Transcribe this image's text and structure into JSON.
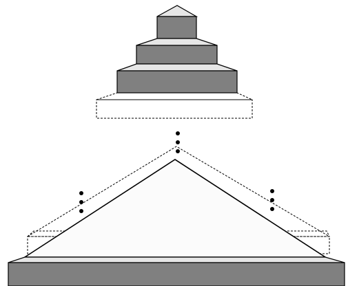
{
  "diagram": {
    "description_visible_text": [],
    "colors": {
      "background": "#ffffff",
      "block_top": "#e6e6e6",
      "block_front": "#808080",
      "block_side": "#9a9a9a",
      "outline": "#000000",
      "large_triangle_fill": "#fbfbfb",
      "dot": "#000000"
    },
    "top_stack": {
      "tiers": 3,
      "has_dashed_base_tier": true
    },
    "bottom_section": {
      "has_large_triangle": true,
      "has_dashed_outer_triangle": true,
      "has_dashed_band": true,
      "has_solid_base_slab": true,
      "ellipsis_groups": 3,
      "dots_per_group": 3
    }
  }
}
